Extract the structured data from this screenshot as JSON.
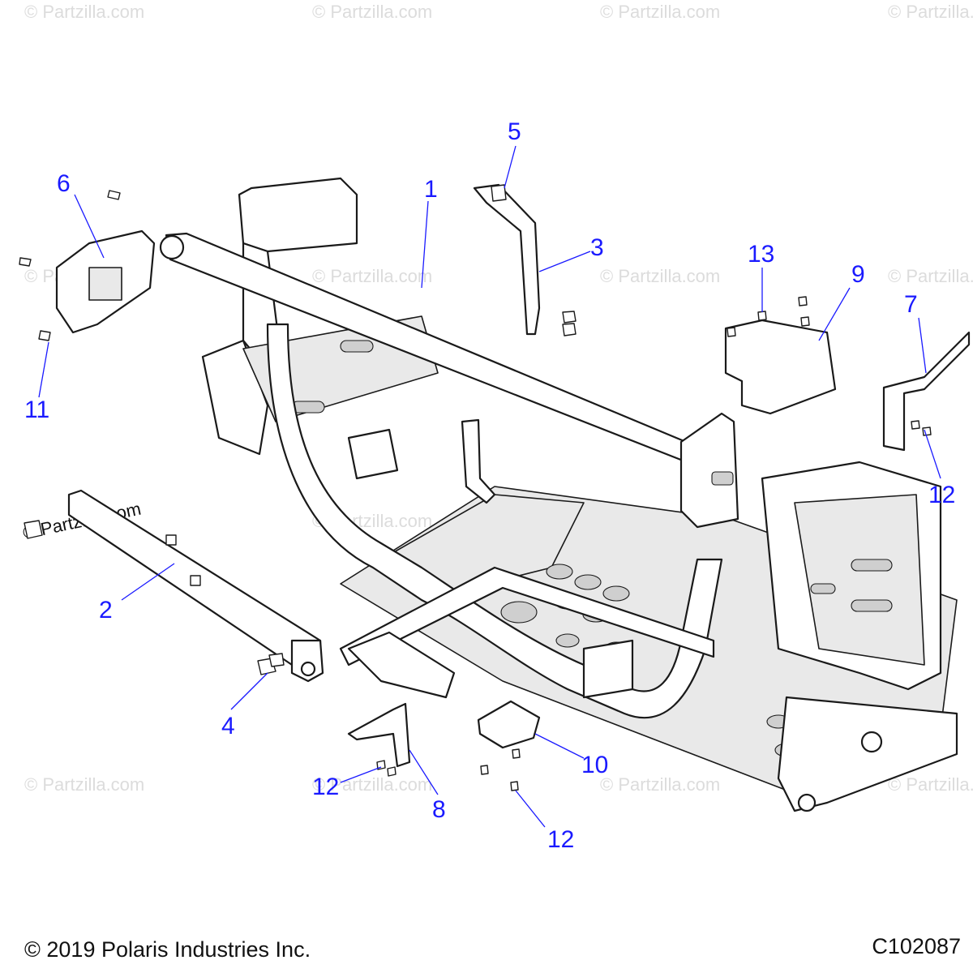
{
  "watermark": "© Partzilla.com",
  "watermark_dark": "© Partzilla.com",
  "callouts": [
    "1",
    "2",
    "3",
    "4",
    "5",
    "6",
    "7",
    "8",
    "9",
    "10",
    "11",
    "12",
    "12",
    "12",
    "13"
  ],
  "footer": {
    "copyright": "© 2019 Polaris Industries Inc.",
    "diagram_code": "C102087"
  },
  "colors": {
    "callout": "#1a1aff",
    "line": "#1a1a1a",
    "watermark": "#dcdcdc"
  }
}
